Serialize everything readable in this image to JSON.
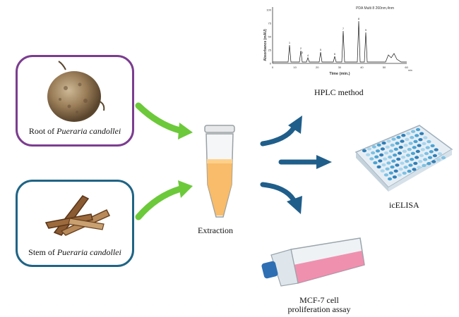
{
  "root_box": {
    "label_prefix": "Root of ",
    "label_species": "Pueraria candollei"
  },
  "stem_box": {
    "label_prefix": "Stem of ",
    "label_species": "Pueraria candollei"
  },
  "extraction": {
    "label": "Extraction"
  },
  "hplc": {
    "label": "HPLC method",
    "chromatogram": {
      "detector_text": "PDA Multi 8 260nm,4nm",
      "ylabel": "Absorbance (mAU)",
      "xlabel": "Time (min.)",
      "y_ticks": [
        "100",
        "75",
        "50",
        "25",
        "0"
      ],
      "x_ticks": [
        "0",
        "10",
        "20",
        "30",
        "40",
        "50",
        "60"
      ],
      "x_unit": "min",
      "peak_labels": [
        "1",
        "2",
        "3",
        "4",
        "5",
        "6",
        "7",
        "8",
        "9"
      ]
    }
  },
  "icelisa": {
    "label": "icELISA"
  },
  "mcf7": {
    "label_line1": "MCF-7 cell",
    "label_line2": "proliferation assay"
  },
  "colors": {
    "root_border": "#7b3d8f",
    "stem_border": "#1f6485",
    "green_arrow": "#6cc93a",
    "blue_arrow": "#1f5e8a"
  }
}
